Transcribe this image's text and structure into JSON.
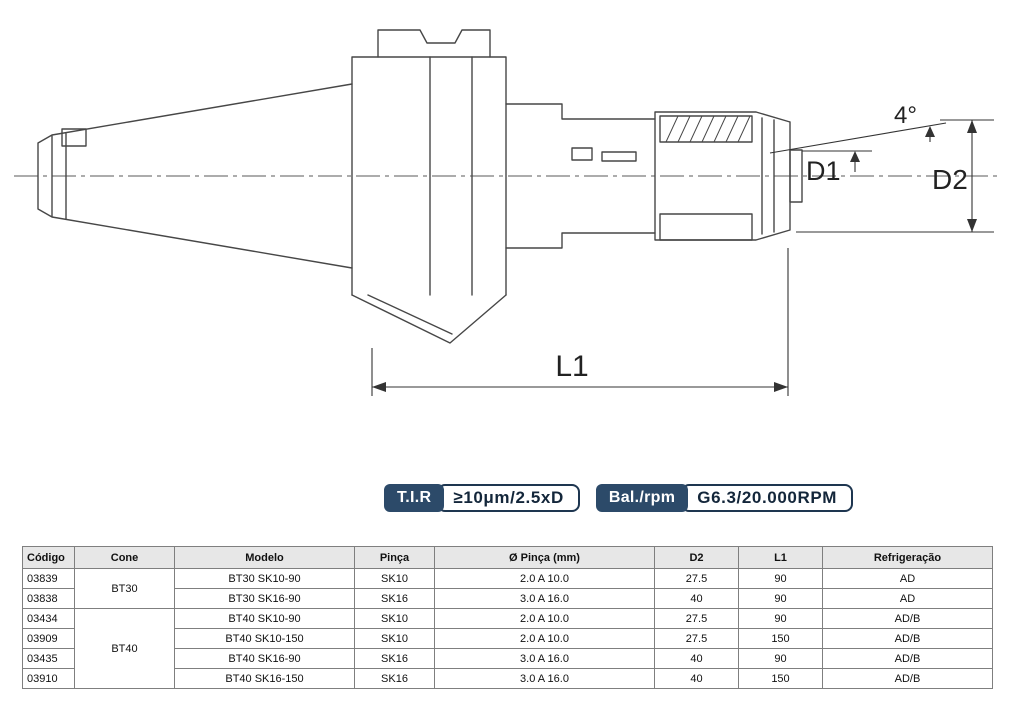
{
  "drawing": {
    "labels": {
      "d1": "D1",
      "d2": "D2",
      "angle": "4°",
      "l1": "L1"
    }
  },
  "badges": {
    "tir": {
      "label": "T.I.R",
      "value": "≥10μm/2.5xD"
    },
    "balance": {
      "label": "Bal./rpm",
      "value": "G6.3/20.000RPM"
    }
  },
  "table": {
    "headers": [
      "Código",
      "Cone",
      "Modelo",
      "Pinça",
      "Ø Pinça (mm)",
      "D2",
      "L1",
      "Refrigeração"
    ],
    "cone_groups": [
      {
        "label": "BT30",
        "rows": 2
      },
      {
        "label": "BT40",
        "rows": 4
      }
    ],
    "rows": [
      [
        "03839",
        "BT30 SK10-90",
        "SK10",
        "2.0 A 10.0",
        "27.5",
        "90",
        "AD"
      ],
      [
        "03838",
        "BT30 SK16-90",
        "SK16",
        "3.0 A 16.0",
        "40",
        "90",
        "AD"
      ],
      [
        "03434",
        "BT40 SK10-90",
        "SK10",
        "2.0 A 10.0",
        "27.5",
        "90",
        "AD/B"
      ],
      [
        "03909",
        "BT40 SK10-150",
        "SK10",
        "2.0 A 10.0",
        "27.5",
        "150",
        "AD/B"
      ],
      [
        "03435",
        "BT40 SK16-90",
        "SK16",
        "3.0 A 16.0",
        "40",
        "90",
        "AD/B"
      ],
      [
        "03910",
        "BT40 SK16-150",
        "SK16",
        "3.0 A 16.0",
        "40",
        "150",
        "AD/B"
      ]
    ]
  }
}
